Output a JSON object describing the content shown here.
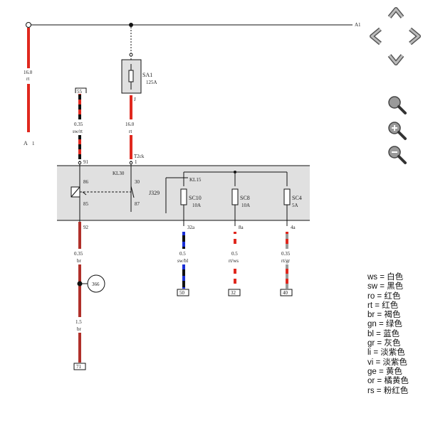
{
  "diagram": {
    "top_bus_label": "A1",
    "left_wire": {
      "gauge": "16.0",
      "color": "rt",
      "end_label": "A",
      "end_sub": "1"
    },
    "fuse_main": {
      "name": "SA1",
      "rating": "125A",
      "pin": "J"
    },
    "mid_wire": {
      "gauge": "16.0",
      "color": "rt"
    },
    "connector_top": "T2ck",
    "connector_pin": "1",
    "left_box": "55",
    "left_upper_wire": {
      "gauge": "0.35",
      "color": "sw/rt"
    },
    "relay_pin_top": "91",
    "relay_pin_bottom": "92",
    "relay_pin_86": "86",
    "relay_pin_85": "85",
    "kl30": "KL30",
    "kl15": "KL15",
    "pin_30": "30",
    "pin_87": "87",
    "module": "J329",
    "lower_left_wire": {
      "gauge": "0.35",
      "color": "br"
    },
    "ground_ref": "366",
    "lower_left_wire2": {
      "gauge": "1.5",
      "color": "br"
    },
    "bottom_box_left": "71",
    "fuses": [
      {
        "name": "SC10",
        "rating": "10A",
        "pin": "32a",
        "gauge": "0.5",
        "color": "sw/bl",
        "box": "50"
      },
      {
        "name": "SC8",
        "rating": "10A",
        "pin": "8a",
        "gauge": "0.5",
        "color": "rt/ws",
        "box": "32"
      },
      {
        "name": "SC4",
        "rating": "5A",
        "pin": "4a",
        "gauge": "0.35",
        "color": "rt/gr",
        "box": "40"
      }
    ]
  },
  "legend": [
    {
      "code": "ws",
      "name": "白色"
    },
    {
      "code": "sw",
      "name": "黑色"
    },
    {
      "code": "ro",
      "name": "红色"
    },
    {
      "code": "rt",
      "name": "红色"
    },
    {
      "code": "br",
      "name": "褐色"
    },
    {
      "code": "gn",
      "name": "绿色"
    },
    {
      "code": "bl",
      "name": "蓝色"
    },
    {
      "code": "gr",
      "name": "灰色"
    },
    {
      "code": "li",
      "name": "淡紫色"
    },
    {
      "code": "vi",
      "name": "淡紫色"
    },
    {
      "code": "ge",
      "name": "黄色"
    },
    {
      "code": "or",
      "name": "橘黄色"
    },
    {
      "code": "rs",
      "name": "粉红色"
    }
  ],
  "colors": {
    "red": "#e0281e",
    "black": "#111111",
    "blue": "#1a2fd6",
    "grey": "#9a9a9a",
    "white": "#ffffff",
    "brown": "#b0302a",
    "panel": "#e0e0e0",
    "icon": "#8a8a8a"
  }
}
